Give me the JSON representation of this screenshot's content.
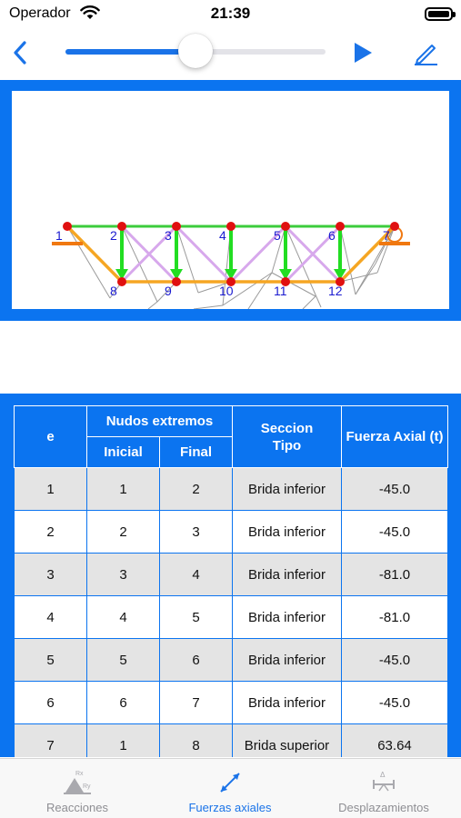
{
  "status_bar": {
    "carrier": "Operador",
    "time": "21:39"
  },
  "toolbar": {
    "slider_progress": 0.5
  },
  "colors": {
    "accent": "#0b74f0",
    "top_chord": "#3ccc3c",
    "bottom_chord": "#f5a623",
    "diagonal": "#d7a8ec",
    "force_arrow": "#22dd22",
    "node": "#e01010",
    "node_label": "#1a1ad0",
    "support": "#f07810"
  },
  "truss": {
    "top_nodes": [
      {
        "label": "1"
      },
      {
        "label": "2"
      },
      {
        "label": "3"
      },
      {
        "label": "4"
      },
      {
        "label": "5"
      },
      {
        "label": "6"
      },
      {
        "label": "7"
      }
    ],
    "bottom_nodes": [
      {
        "label": "8"
      },
      {
        "label": "9"
      },
      {
        "label": "10"
      },
      {
        "label": "11"
      },
      {
        "label": "12"
      }
    ]
  },
  "table": {
    "headers": {
      "e": "e",
      "nudos": "Nudos extremos",
      "inicial": "Inicial",
      "final": "Final",
      "seccion": "Seccion Tipo",
      "fuerza": "Fuerza Axial (t)"
    },
    "rows": [
      {
        "e": "1",
        "inicial": "1",
        "final": "2",
        "seccion": "Brida inferior",
        "fuerza": "-45.0"
      },
      {
        "e": "2",
        "inicial": "2",
        "final": "3",
        "seccion": "Brida inferior",
        "fuerza": "-45.0"
      },
      {
        "e": "3",
        "inicial": "3",
        "final": "4",
        "seccion": "Brida inferior",
        "fuerza": "-81.0"
      },
      {
        "e": "4",
        "inicial": "4",
        "final": "5",
        "seccion": "Brida inferior",
        "fuerza": "-81.0"
      },
      {
        "e": "5",
        "inicial": "5",
        "final": "6",
        "seccion": "Brida inferior",
        "fuerza": "-45.0"
      },
      {
        "e": "6",
        "inicial": "6",
        "final": "7",
        "seccion": "Brida inferior",
        "fuerza": "-45.0"
      },
      {
        "e": "7",
        "inicial": "1",
        "final": "8",
        "seccion": "Brida superior",
        "fuerza": "63.64"
      }
    ]
  },
  "tabs": [
    {
      "label": "Reacciones",
      "icon": "reactions-icon",
      "active": false
    },
    {
      "label": "Fuerzas axiales",
      "icon": "axial-forces-icon",
      "active": true
    },
    {
      "label": "Desplazamientos",
      "icon": "displacements-icon",
      "active": false
    }
  ]
}
